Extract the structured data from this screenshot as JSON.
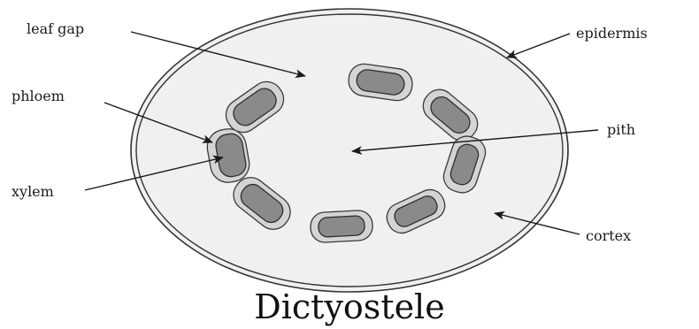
{
  "labels": {
    "leaf_gap": "leaf gap",
    "epidermis": "epidermis",
    "phloem": "phloem",
    "pith": "pith",
    "xylem": "xylem",
    "cortex": "cortex"
  },
  "caption": "Dictyostele",
  "colors": {
    "stem_fill": "#f0f0f0",
    "outline": "#333333",
    "phloem": "#d4d4d4",
    "xylem": "#8a8a8a"
  }
}
